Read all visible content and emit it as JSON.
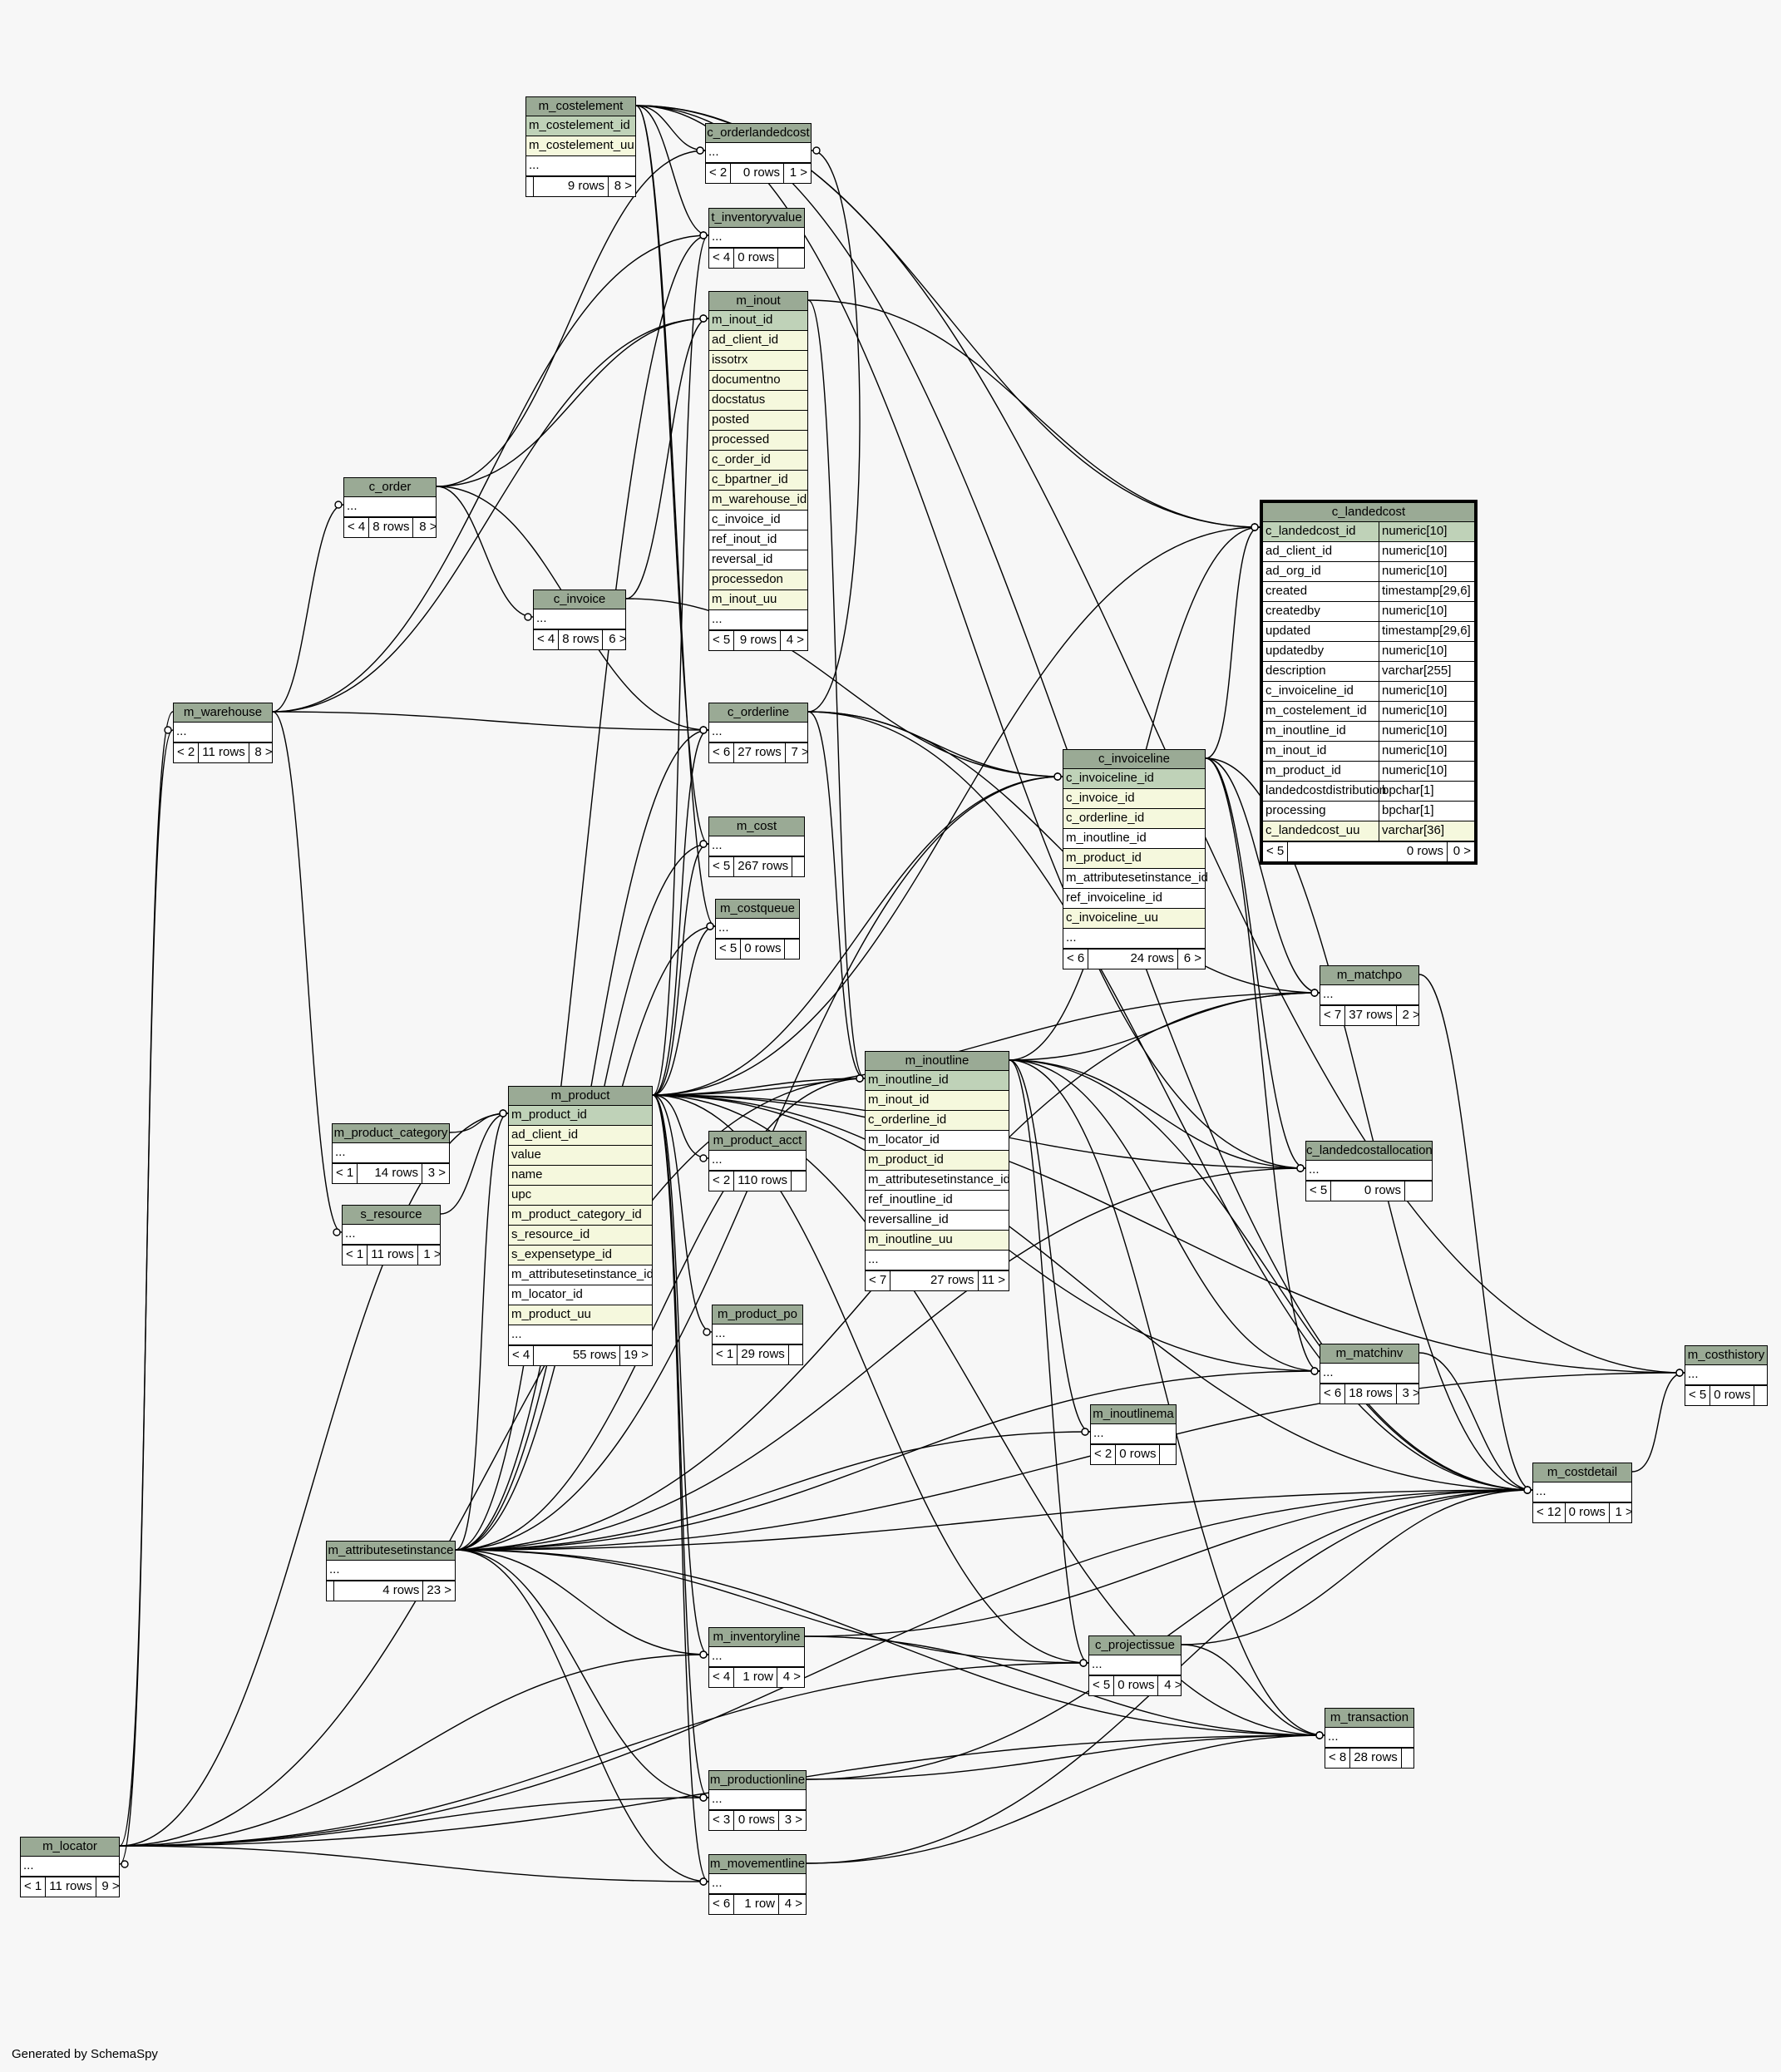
{
  "footer": {
    "generated_by": "Generated by SchemaSpy"
  },
  "tables": {
    "m_costelement": {
      "title": "m_costelement",
      "rows": [
        [
          "pk",
          "m_costelement_id"
        ],
        [
          "idx",
          "m_costelement_uu"
        ],
        [
          "plain",
          "..."
        ]
      ],
      "foot": [
        "",
        "9 rows",
        "8 >"
      ]
    },
    "c_orderlandedcost": {
      "title": "c_orderlandedcost",
      "rows": [
        [
          "plain",
          "..."
        ]
      ],
      "foot": [
        "< 2",
        "0 rows",
        "1 >"
      ]
    },
    "t_inventoryvalue": {
      "title": "t_inventoryvalue",
      "rows": [
        [
          "plain",
          "..."
        ]
      ],
      "foot": [
        "< 4",
        "0 rows",
        ""
      ]
    },
    "m_inout": {
      "title": "m_inout",
      "rows": [
        [
          "pk",
          "m_inout_id"
        ],
        [
          "idx",
          "ad_client_id"
        ],
        [
          "idx",
          "issotrx"
        ],
        [
          "idx",
          "documentno"
        ],
        [
          "idx",
          "docstatus"
        ],
        [
          "idx",
          "posted"
        ],
        [
          "idx",
          "processed"
        ],
        [
          "idx",
          "c_order_id"
        ],
        [
          "idx",
          "c_bpartner_id"
        ],
        [
          "idx",
          "m_warehouse_id"
        ],
        [
          "plain",
          "c_invoice_id"
        ],
        [
          "plain",
          "ref_inout_id"
        ],
        [
          "plain",
          "reversal_id"
        ],
        [
          "idx",
          "processedon"
        ],
        [
          "idx",
          "m_inout_uu"
        ],
        [
          "plain",
          "..."
        ]
      ],
      "foot": [
        "< 5",
        "9 rows",
        "4 >"
      ]
    },
    "c_order": {
      "title": "c_order",
      "rows": [
        [
          "plain",
          "..."
        ]
      ],
      "foot": [
        "< 4",
        "8 rows",
        "8 >"
      ]
    },
    "c_invoice": {
      "title": "c_invoice",
      "rows": [
        [
          "plain",
          "..."
        ]
      ],
      "foot": [
        "< 4",
        "8 rows",
        "6 >"
      ]
    },
    "m_warehouse": {
      "title": "m_warehouse",
      "rows": [
        [
          "plain",
          "..."
        ]
      ],
      "foot": [
        "< 2",
        "11 rows",
        "8 >"
      ]
    },
    "c_orderline": {
      "title": "c_orderline",
      "rows": [
        [
          "plain",
          "..."
        ]
      ],
      "foot": [
        "< 6",
        "27 rows",
        "7 >"
      ]
    },
    "c_landedcost": {
      "title": "c_landedcost",
      "cols": [
        [
          "pk",
          "c_landedcost_id",
          "numeric[10]"
        ],
        [
          "plain",
          "ad_client_id",
          "numeric[10]"
        ],
        [
          "plain",
          "ad_org_id",
          "numeric[10]"
        ],
        [
          "plain",
          "created",
          "timestamp[29,6]"
        ],
        [
          "plain",
          "createdby",
          "numeric[10]"
        ],
        [
          "plain",
          "updated",
          "timestamp[29,6]"
        ],
        [
          "plain",
          "updatedby",
          "numeric[10]"
        ],
        [
          "plain",
          "description",
          "varchar[255]"
        ],
        [
          "plain",
          "c_invoiceline_id",
          "numeric[10]"
        ],
        [
          "plain",
          "m_costelement_id",
          "numeric[10]"
        ],
        [
          "plain",
          "m_inoutline_id",
          "numeric[10]"
        ],
        [
          "plain",
          "m_inout_id",
          "numeric[10]"
        ],
        [
          "plain",
          "m_product_id",
          "numeric[10]"
        ],
        [
          "plain",
          "landedcostdistribution",
          "bpchar[1]"
        ],
        [
          "plain",
          "processing",
          "bpchar[1]"
        ],
        [
          "idx",
          "c_landedcost_uu",
          "varchar[36]"
        ]
      ],
      "foot": [
        "< 5",
        "0 rows",
        "0 >"
      ]
    },
    "c_invoiceline": {
      "title": "c_invoiceline",
      "rows": [
        [
          "pk",
          "c_invoiceline_id"
        ],
        [
          "idx",
          "c_invoice_id"
        ],
        [
          "idx",
          "c_orderline_id"
        ],
        [
          "plain",
          "m_inoutline_id"
        ],
        [
          "idx",
          "m_product_id"
        ],
        [
          "plain",
          "m_attributesetinstance_id"
        ],
        [
          "plain",
          "ref_invoiceline_id"
        ],
        [
          "idx",
          "c_invoiceline_uu"
        ],
        [
          "plain",
          "..."
        ]
      ],
      "foot": [
        "< 6",
        "24 rows",
        "6 >"
      ]
    },
    "m_cost": {
      "title": "m_cost",
      "rows": [
        [
          "plain",
          "..."
        ]
      ],
      "foot": [
        "< 5",
        "267 rows",
        ""
      ]
    },
    "m_costqueue": {
      "title": "m_costqueue",
      "rows": [
        [
          "plain",
          "..."
        ]
      ],
      "foot": [
        "< 5",
        "0 rows",
        ""
      ]
    },
    "m_matchpo": {
      "title": "m_matchpo",
      "rows": [
        [
          "plain",
          "..."
        ]
      ],
      "foot": [
        "< 7",
        "37 rows",
        "2 >"
      ]
    },
    "m_inoutline": {
      "title": "m_inoutline",
      "rows": [
        [
          "pk",
          "m_inoutline_id"
        ],
        [
          "idx",
          "m_inout_id"
        ],
        [
          "idx",
          "c_orderline_id"
        ],
        [
          "plain",
          "m_locator_id"
        ],
        [
          "idx",
          "m_product_id"
        ],
        [
          "plain",
          "m_attributesetinstance_id"
        ],
        [
          "plain",
          "ref_inoutline_id"
        ],
        [
          "plain",
          "reversalline_id"
        ],
        [
          "idx",
          "m_inoutline_uu"
        ],
        [
          "plain",
          "..."
        ]
      ],
      "foot": [
        "< 7",
        "27 rows",
        "11 >"
      ]
    },
    "m_product": {
      "title": "m_product",
      "rows": [
        [
          "pk",
          "m_product_id"
        ],
        [
          "idx",
          "ad_client_id"
        ],
        [
          "idx",
          "value"
        ],
        [
          "idx",
          "name"
        ],
        [
          "idx",
          "upc"
        ],
        [
          "idx",
          "m_product_category_id"
        ],
        [
          "idx",
          "s_resource_id"
        ],
        [
          "idx",
          "s_expensetype_id"
        ],
        [
          "plain",
          "m_attributesetinstance_id"
        ],
        [
          "plain",
          "m_locator_id"
        ],
        [
          "idx",
          "m_product_uu"
        ],
        [
          "plain",
          "..."
        ]
      ],
      "foot": [
        "< 4",
        "55 rows",
        "19 >"
      ]
    },
    "m_product_category": {
      "title": "m_product_category",
      "rows": [
        [
          "plain",
          "..."
        ]
      ],
      "foot": [
        "< 1",
        "14 rows",
        "3 >"
      ]
    },
    "m_product_acct": {
      "title": "m_product_acct",
      "rows": [
        [
          "plain",
          "..."
        ]
      ],
      "foot": [
        "< 2",
        "110 rows",
        ""
      ]
    },
    "c_landedcostallocation": {
      "title": "c_landedcostallocation",
      "rows": [
        [
          "plain",
          "..."
        ]
      ],
      "foot": [
        "< 5",
        "0 rows",
        ""
      ]
    },
    "s_resource": {
      "title": "s_resource",
      "rows": [
        [
          "plain",
          "..."
        ]
      ],
      "foot": [
        "< 1",
        "11 rows",
        "1 >"
      ]
    },
    "m_product_po": {
      "title": "m_product_po",
      "rows": [
        [
          "plain",
          "..."
        ]
      ],
      "foot": [
        "< 1",
        "29 rows",
        ""
      ]
    },
    "m_matchinv": {
      "title": "m_matchinv",
      "rows": [
        [
          "plain",
          "..."
        ]
      ],
      "foot": [
        "< 6",
        "18 rows",
        "3 >"
      ]
    },
    "m_costhistory": {
      "title": "m_costhistory",
      "rows": [
        [
          "plain",
          "..."
        ]
      ],
      "foot": [
        "< 5",
        "0 rows",
        ""
      ]
    },
    "m_inoutlinema": {
      "title": "m_inoutlinema",
      "rows": [
        [
          "plain",
          "..."
        ]
      ],
      "foot": [
        "< 2",
        "0 rows",
        ""
      ]
    },
    "m_costdetail": {
      "title": "m_costdetail",
      "rows": [
        [
          "plain",
          "..."
        ]
      ],
      "foot": [
        "< 12",
        "0 rows",
        "1 >"
      ]
    },
    "m_attributesetinstance": {
      "title": "m_attributesetinstance",
      "rows": [
        [
          "plain",
          "..."
        ]
      ],
      "foot": [
        "",
        "4 rows",
        "23 >"
      ]
    },
    "m_inventoryline": {
      "title": "m_inventoryline",
      "rows": [
        [
          "plain",
          "..."
        ]
      ],
      "foot": [
        "< 4",
        "1 row",
        "4 >"
      ]
    },
    "c_projectissue": {
      "title": "c_projectissue",
      "rows": [
        [
          "plain",
          "..."
        ]
      ],
      "foot": [
        "< 5",
        "0 rows",
        "4 >"
      ]
    },
    "m_transaction": {
      "title": "m_transaction",
      "rows": [
        [
          "plain",
          "..."
        ]
      ],
      "foot": [
        "< 8",
        "28 rows",
        ""
      ]
    },
    "m_productionline": {
      "title": "m_productionline",
      "rows": [
        [
          "plain",
          "..."
        ]
      ],
      "foot": [
        "< 3",
        "0 rows",
        "3 >"
      ]
    },
    "m_locator": {
      "title": "m_locator",
      "rows": [
        [
          "plain",
          "..."
        ]
      ],
      "foot": [
        "< 1",
        "11 rows",
        "9 >"
      ]
    },
    "m_movementline": {
      "title": "m_movementline",
      "rows": [
        [
          "plain",
          "..."
        ]
      ],
      "foot": [
        "< 6",
        "1 row",
        "4 >"
      ]
    }
  },
  "relationships": [
    [
      "m_costelement",
      "c_orderlandedcost"
    ],
    [
      "m_costelement",
      "t_inventoryvalue"
    ],
    [
      "m_costelement",
      "m_cost"
    ],
    [
      "m_costelement",
      "m_costqueue"
    ],
    [
      "m_costelement",
      "c_landedcost"
    ],
    [
      "m_costelement",
      "m_costdetail"
    ],
    [
      "m_costelement",
      "m_costhistory"
    ],
    [
      "m_costelement",
      "c_landedcostallocation"
    ],
    [
      "c_order",
      "c_orderlandedcost"
    ],
    [
      "c_order",
      "m_inout"
    ],
    [
      "c_order",
      "c_invoice"
    ],
    [
      "c_order",
      "c_orderline"
    ],
    [
      "m_warehouse",
      "c_order"
    ],
    [
      "m_warehouse",
      "t_inventoryvalue"
    ],
    [
      "m_warehouse",
      "m_inout"
    ],
    [
      "m_warehouse",
      "c_orderline"
    ],
    [
      "m_warehouse",
      "s_resource"
    ],
    [
      "m_warehouse",
      "m_locator"
    ],
    [
      "c_invoice",
      "m_inout"
    ],
    [
      "c_invoice",
      "c_invoiceline"
    ],
    [
      "m_inout",
      "c_landedcost"
    ],
    [
      "m_inout",
      "m_inoutline"
    ],
    [
      "c_orderline",
      "c_invoiceline"
    ],
    [
      "c_orderline",
      "m_inoutline"
    ],
    [
      "c_orderline",
      "m_matchpo"
    ],
    [
      "c_orderline",
      "m_costdetail"
    ],
    [
      "c_orderline",
      "c_orderlandedcost"
    ],
    [
      "c_invoiceline",
      "c_landedcost"
    ],
    [
      "c_invoiceline",
      "m_matchpo"
    ],
    [
      "c_invoiceline",
      "m_matchinv"
    ],
    [
      "c_invoiceline",
      "c_landedcostallocation"
    ],
    [
      "c_invoiceline",
      "m_costdetail"
    ],
    [
      "m_inoutline",
      "c_landedcost"
    ],
    [
      "m_inoutline",
      "m_matchpo"
    ],
    [
      "m_inoutline",
      "m_matchinv"
    ],
    [
      "m_inoutline",
      "c_landedcostallocation"
    ],
    [
      "m_inoutline",
      "m_costdetail"
    ],
    [
      "m_inoutline",
      "m_inoutlinema"
    ],
    [
      "m_inoutline",
      "m_transaction"
    ],
    [
      "m_inoutline",
      "c_projectissue"
    ],
    [
      "m_product",
      "t_inventoryvalue"
    ],
    [
      "m_product",
      "c_orderline"
    ],
    [
      "m_product",
      "m_cost"
    ],
    [
      "m_product",
      "m_costqueue"
    ],
    [
      "m_product",
      "m_product_acct"
    ],
    [
      "m_product",
      "m_product_po"
    ],
    [
      "m_product",
      "c_invoiceline"
    ],
    [
      "m_product",
      "m_inoutline"
    ],
    [
      "m_product",
      "c_landedcost"
    ],
    [
      "m_product",
      "m_matchpo"
    ],
    [
      "m_product",
      "m_matchinv"
    ],
    [
      "m_product",
      "c_landedcostallocation"
    ],
    [
      "m_product",
      "m_costdetail"
    ],
    [
      "m_product",
      "m_costhistory"
    ],
    [
      "m_product",
      "m_inventoryline"
    ],
    [
      "m_product",
      "c_projectissue"
    ],
    [
      "m_product",
      "m_transaction"
    ],
    [
      "m_product",
      "m_productionline"
    ],
    [
      "m_product",
      "m_movementline"
    ],
    [
      "m_product_category",
      "m_product"
    ],
    [
      "s_resource",
      "m_product"
    ],
    [
      "m_attributesetinstance",
      "m_product"
    ],
    [
      "m_attributesetinstance",
      "c_orderline"
    ],
    [
      "m_attributesetinstance",
      "m_cost"
    ],
    [
      "m_attributesetinstance",
      "m_costqueue"
    ],
    [
      "m_attributesetinstance",
      "c_invoiceline"
    ],
    [
      "m_attributesetinstance",
      "m_inoutline"
    ],
    [
      "m_attributesetinstance",
      "m_matchpo"
    ],
    [
      "m_attributesetinstance",
      "m_matchinv"
    ],
    [
      "m_attributesetinstance",
      "m_inoutlinema"
    ],
    [
      "m_attributesetinstance",
      "m_costdetail"
    ],
    [
      "m_attributesetinstance",
      "m_costhistory"
    ],
    [
      "m_attributesetinstance",
      "m_inventoryline"
    ],
    [
      "m_attributesetinstance",
      "c_projectissue"
    ],
    [
      "m_attributesetinstance",
      "m_transaction"
    ],
    [
      "m_attributesetinstance",
      "m_productionline"
    ],
    [
      "m_attributesetinstance",
      "m_movementline"
    ],
    [
      "m_attributesetinstance",
      "t_inventoryvalue"
    ],
    [
      "m_attributesetinstance",
      "c_landedcostallocation"
    ],
    [
      "m_locator",
      "m_warehouse"
    ],
    [
      "m_locator",
      "m_product"
    ],
    [
      "m_locator",
      "m_inoutline"
    ],
    [
      "m_locator",
      "m_inventoryline"
    ],
    [
      "m_locator",
      "c_projectissue"
    ],
    [
      "m_locator",
      "m_transaction"
    ],
    [
      "m_locator",
      "m_productionline"
    ],
    [
      "m_locator",
      "m_movementline"
    ],
    [
      "m_locator",
      "m_costdetail"
    ],
    [
      "m_inventoryline",
      "m_transaction"
    ],
    [
      "m_inventoryline",
      "m_costdetail"
    ],
    [
      "c_projectissue",
      "m_transaction"
    ],
    [
      "c_projectissue",
      "m_costdetail"
    ],
    [
      "m_productionline",
      "m_transaction"
    ],
    [
      "m_productionline",
      "m_costdetail"
    ],
    [
      "m_movementline",
      "m_transaction"
    ],
    [
      "m_movementline",
      "m_costdetail"
    ],
    [
      "m_matchinv",
      "m_costdetail"
    ],
    [
      "m_matchpo",
      "m_costdetail"
    ],
    [
      "m_costdetail",
      "m_costhistory"
    ]
  ]
}
